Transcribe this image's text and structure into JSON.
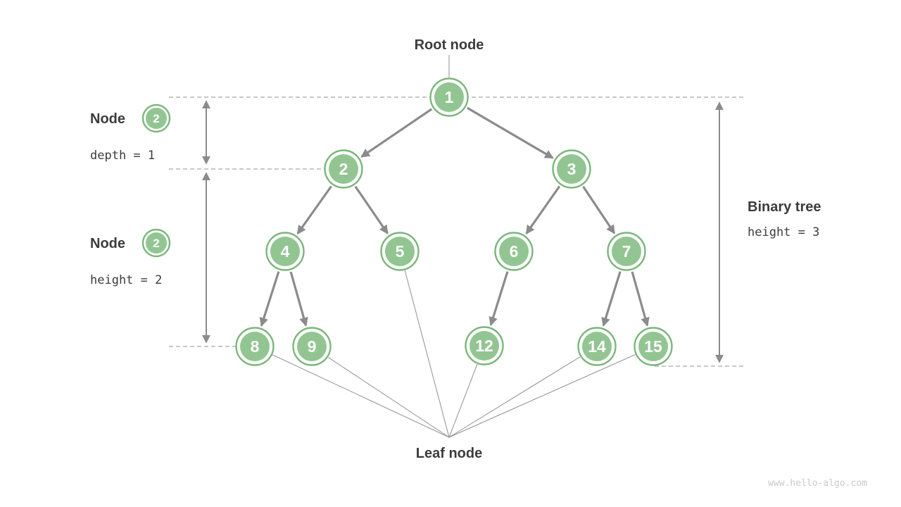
{
  "labels": {
    "root": "Root node",
    "leaf": "Leaf node"
  },
  "annotations": {
    "node_depth": {
      "label": "Node",
      "badge": "2",
      "metric": "depth = 1"
    },
    "node_height": {
      "label": "Node",
      "badge": "2",
      "metric": "height = 2"
    },
    "tree_height": {
      "label": "Binary tree",
      "metric": "height = 3"
    }
  },
  "tree": {
    "nodes": [
      {
        "value": "1"
      },
      {
        "value": "2"
      },
      {
        "value": "3"
      },
      {
        "value": "4"
      },
      {
        "value": "5"
      },
      {
        "value": "6"
      },
      {
        "value": "7"
      },
      {
        "value": "8"
      },
      {
        "value": "9"
      },
      {
        "value": "12"
      },
      {
        "value": "14"
      },
      {
        "value": "15"
      }
    ],
    "edges": [
      "1-2",
      "1-3",
      "2-4",
      "2-5",
      "3-6",
      "3-7",
      "4-8",
      "4-9",
      "6-12",
      "7-14",
      "7-15"
    ],
    "leaves": [
      "8",
      "9",
      "5",
      "12",
      "14",
      "15"
    ]
  },
  "colors": {
    "node_fill": "#92c592",
    "node_stroke": "#7ab77a",
    "edge": "#8b8b8b",
    "dashed_line": "#a6a6a6",
    "text_dark": "#3c3c3c",
    "watermark": "#c9c9c9",
    "background": "#ffffff"
  },
  "watermark": "www.hello-algo.com"
}
